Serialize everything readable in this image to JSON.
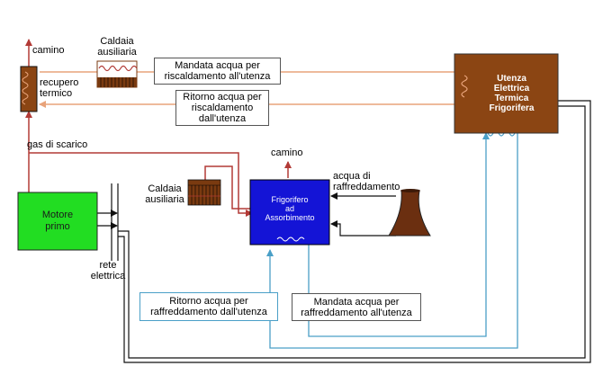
{
  "colors": {
    "hot_line": "#e8a37a",
    "black_line": "#111111",
    "cool_line": "#4a9fc7",
    "exhaust_line": "#a53a37",
    "utenza_fill": "#8b4513",
    "frigorifero_fill": "#1414d6",
    "motore_fill": "#22dd22",
    "boiler_fill": "#7a3a10"
  },
  "labels": {
    "camino_left": "camino",
    "camino_center": "camino",
    "caldaia_top": "Caldaia\nausiliaria",
    "caldaia_mid": "Caldaia\nausiliaria",
    "recupero": "recupero\ntermico",
    "gas_scarico": "gas di scarico",
    "rete": "rete\nelettrica",
    "acqua_raffreddamento": "acqua di\nraffreddamento"
  },
  "boxes": {
    "utenza": "Utenza\nElettrica\nTermica\nFrigorifera",
    "frigorifero": "Frigorifero\nad\nAssorbimento",
    "motore": "Motore\nprimo"
  },
  "notes": {
    "mandata_risc": "Mandata acqua per\nriscaldamento all'utenza",
    "ritorno_risc": "Ritorno acqua per\nriscaldamento\ndall'utenza",
    "ritorno_raff": "Ritorno acqua per\nraffreddamento dall'utenza",
    "mandata_raff": "Mandata acqua per\nraffreddamento all'utenza"
  }
}
